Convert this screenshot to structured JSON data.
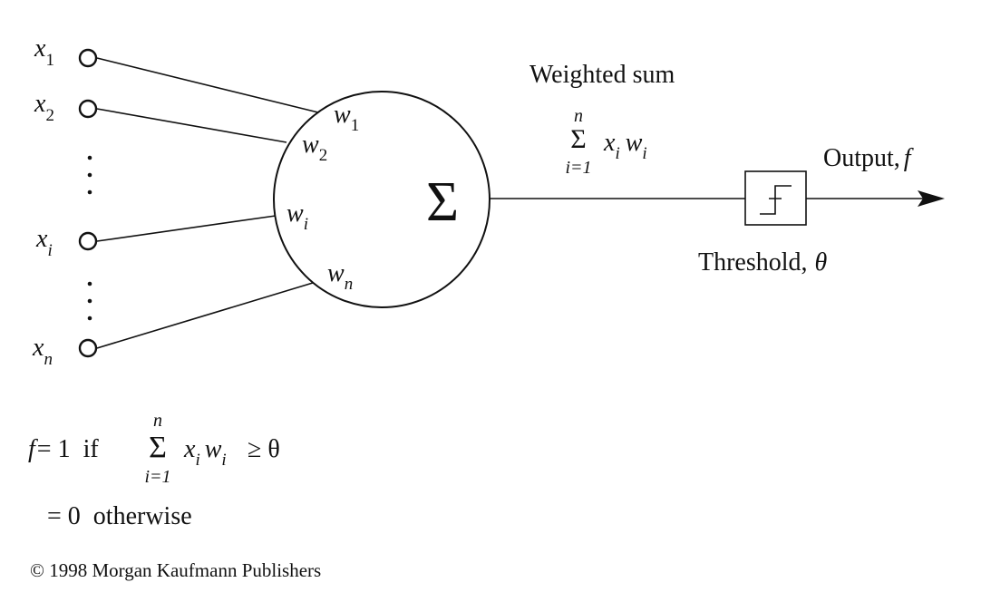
{
  "inputs": {
    "x1_main": "x",
    "x1_sub": "1",
    "x2_main": "x",
    "x2_sub": "2",
    "xi_main": "x",
    "xi_sub": "i",
    "xn_main": "x",
    "xn_sub": "n",
    "dots": "⋮"
  },
  "weights": {
    "w1_main": "w",
    "w1_sub": "1",
    "w2_main": "w",
    "w2_sub": "2",
    "wi_main": "w",
    "wi_sub": "i",
    "wn_main": "w",
    "wn_sub": "n"
  },
  "neuron": {
    "sigma": "Σ"
  },
  "weighted_sum": {
    "title": "Weighted sum",
    "sigma": "Σ",
    "upper": "n",
    "lower": "i=1",
    "x": "x",
    "x_sub": "i",
    "w": "w",
    "w_sub": "i"
  },
  "output": {
    "label": "Output,",
    "f": "f"
  },
  "threshold": {
    "label": "Threshold,",
    "theta": "θ"
  },
  "formula": {
    "line1_f": "f",
    "line1_eq": "= 1  if",
    "sigma": "Σ",
    "upper": "n",
    "lower": "i=1",
    "x": "x",
    "x_sub": "i",
    "w": "w",
    "w_sub": "i",
    "ge": "≥ θ",
    "line2": "= 0  otherwise"
  },
  "copyright": "© 1998 Morgan Kaufmann Publishers"
}
